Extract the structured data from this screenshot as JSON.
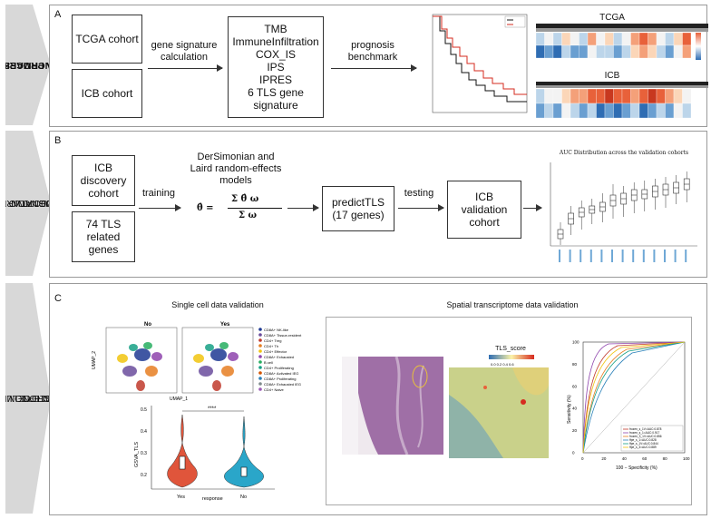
{
  "sections": [
    {
      "letter": "A",
      "label_lines": [
        "DATA PROCESS AND",
        "BENCHMARK"
      ]
    },
    {
      "letter": "B",
      "label_lines": [
        "DE NOVO TLS GENE",
        "SIGNATURE",
        "CONSTRUCTION"
      ]
    },
    {
      "letter": "C",
      "label_lines": [
        "SINGLE CELL AND SPATIAL",
        "TRANSCRIPTOME DATA",
        "VALIDATION"
      ]
    }
  ],
  "panel_a": {
    "tcga_cohort": "TCGA cohort",
    "icb_cohort": "ICB cohort",
    "arrow1_label": [
      "gene signature",
      "calculation"
    ],
    "signatures": [
      "TMB",
      "ImmuneInfiltration",
      "COX_IS",
      "IPS",
      "IPRES",
      "6 TLS gene",
      "signature"
    ],
    "arrow2_label": [
      "prognosis",
      "benchmark"
    ],
    "heatmap_tcga_title": "TCGA",
    "heatmap_icb_title": "ICB"
  },
  "panel_b": {
    "discovery_box": [
      "ICB",
      "discovery",
      "cohort"
    ],
    "tls_genes_box": [
      "74 TLS",
      "related",
      "genes"
    ],
    "training_label": "training",
    "model_label": [
      "DerSimonian and",
      "Laird random-effects",
      "models"
    ],
    "formula_lhs": "θ̂ =",
    "formula_num": "Σ θ̂ ω",
    "formula_den": "Σ ω",
    "predict_box": [
      "predictTLS",
      "(17 genes)"
    ],
    "testing_label": "testing",
    "validation_box": [
      "ICB",
      "validation",
      "cohort"
    ],
    "boxplot_title": "AUC Distribution across the validation cohorts"
  },
  "panel_c": {
    "single_cell_title": "Single cell data validation",
    "spatial_title": "Spatial transcriptome data validation",
    "umap_no": "No",
    "umap_yes": "Yes",
    "umap_ylabel": "UMAP_2",
    "umap_xlabel": "UMAP_1",
    "legend_items": [
      {
        "label": "CD8A+ NK-like",
        "color": "#1f3a93"
      },
      {
        "label": "CD8A+ Tissue-resident",
        "color": "#6a4c9c"
      },
      {
        "label": "CD4+ Treg",
        "color": "#c0392b"
      },
      {
        "label": "CD4+ Th",
        "color": "#e67e22"
      },
      {
        "label": "CD4+ Effector",
        "color": "#f1c40f"
      },
      {
        "label": "CD8A+ Exhausted",
        "color": "#8e44ad"
      },
      {
        "label": "B cell",
        "color": "#27ae60"
      },
      {
        "label": "CD4+ Proliferating",
        "color": "#16a085"
      },
      {
        "label": "CD8A+ Activated IEG",
        "color": "#d35400"
      },
      {
        "label": "CD8A+ Proliferating",
        "color": "#2980b9"
      },
      {
        "label": "CD8A+ Exhausted IEG",
        "color": "#7f8c8d"
      },
      {
        "label": "CD4+ Naive",
        "color": "#9b59b6"
      }
    ],
    "violin_ylabel": "GSVA_TLS",
    "violin_xlabel": "response",
    "violin_cats": [
      "Yes",
      "No"
    ],
    "violin_sig": "****",
    "violin_yticks": [
      "0.2",
      "0.3",
      "0.4",
      "0.5"
    ],
    "tls_score_label": "TLS_score",
    "tls_score_ticks": "0.0 0.2 0.4 0.6",
    "roc_ylabel": "Sensitivity (%)",
    "roc_xlabel": "100 − Specificity (%)",
    "roc_ticks": [
      "0",
      "20",
      "40",
      "60",
      "80",
      "100"
    ],
    "roc_legend": [
      "frozen_s_1V=AUC:0.878",
      "frozen_s_1=AUC:0.917",
      "frozen_3_1V=AUC:0.856",
      "ffpe_s_1=AUC:0.828",
      "ffpe_s_1V=AUC:0.844",
      "ffpe_s_3=AUC:0.889"
    ]
  },
  "colors": {
    "sidebar": "#d8d8d8",
    "border": "#9a9a9a",
    "km_low": "#111111",
    "km_high": "#d62b1f",
    "heat_red": "#e8613a",
    "heat_blue": "#2f6db3",
    "violin_yes": "#e0553b",
    "violin_no": "#2aa6c9"
  }
}
